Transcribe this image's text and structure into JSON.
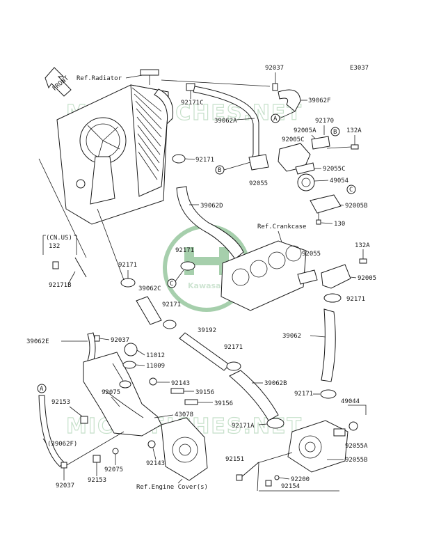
{
  "diagram_code": "E3037",
  "front_arrow": "FRONT",
  "watermark": "MICROFICHES.NET",
  "logo_text": "Kawasaki",
  "refs": {
    "radiator": "Ref.Radiator",
    "crankcase": "Ref.Crankcase",
    "engine_cover": "Ref.Engine Cover(s)"
  },
  "model_note": {
    "region": "(CN.US)",
    "part": "132"
  },
  "parts": {
    "p92037_top": "92037",
    "p92171C": "92171C",
    "p39062F": "39062F",
    "p39062A": "39062A",
    "p92170": "92170",
    "p92005A": "92005A",
    "p92005C": "92005C",
    "p132A_top": "132A",
    "p92171_a": "92171",
    "p92055_a": "92055",
    "p92055C": "92055C",
    "p49054": "49054",
    "p39062D": "39062D",
    "p92005B": "92005B",
    "p130": "130",
    "p132A_mid": "132A",
    "p92171_b": "92171",
    "p92055_b": "92055",
    "p92005": "92005",
    "p92171_c": "92171",
    "p92171B": "92171B",
    "p92171_d": "92171",
    "p39062C": "39062C",
    "p92171_e": "92171",
    "p39192": "39192",
    "p39062": "39062",
    "p39062E": "39062E",
    "p92037_mid": "92037",
    "p11012": "11012",
    "p11009": "11009",
    "p92171_f": "92171",
    "p92143_a": "92143",
    "p39062B": "39062B",
    "p92075_a": "92075",
    "p39156_a": "39156",
    "p92171_g": "92171",
    "p49044": "49044",
    "p92153_a": "92153",
    "p39156_b": "39156",
    "p43078": "43078",
    "p92171A": "92171A",
    "p39062F_paren": "(39062F)",
    "p92055A": "92055A",
    "p92143_b": "92143",
    "p92151": "92151",
    "p92055B": "92055B",
    "p92153_b": "92153",
    "p92075_b": "92075",
    "p92200": "92200",
    "p92154": "92154",
    "p92037_bot": "92037"
  },
  "callouts": {
    "a1": "A",
    "a2": "A",
    "b1": "B",
    "b2": "B",
    "c1": "C",
    "c2": "C"
  }
}
